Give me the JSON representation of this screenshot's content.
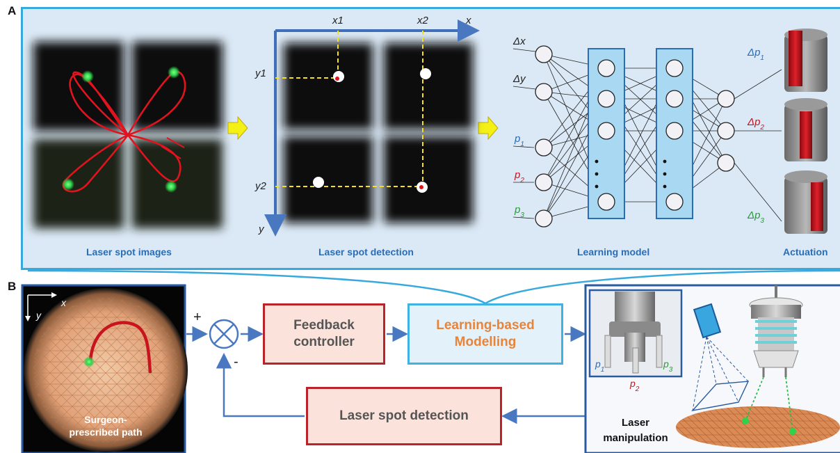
{
  "panel_a": {
    "letter": "A",
    "captions": {
      "laser_spot_images": "Laser spot images",
      "laser_spot_detection": "Laser spot detection",
      "learning_model": "Learning model",
      "actuation": "Actuation"
    },
    "detection_axes": {
      "x": "x",
      "y": "y",
      "x1": "x1",
      "x2": "x2",
      "y1": "y1",
      "y2": "y2"
    },
    "network_inputs": [
      {
        "label": "Δx",
        "color": "#222222"
      },
      {
        "label": "Δy",
        "color": "#222222"
      },
      {
        "label": "p1",
        "color": "#2a6db5"
      },
      {
        "label": "p2",
        "color": "#c8141e"
      },
      {
        "label": "p3",
        "color": "#2a9a3a"
      }
    ],
    "network_outputs": [
      {
        "label": "Δp1",
        "color": "#2a6db5"
      },
      {
        "label": "Δp2",
        "color": "#c8141e"
      },
      {
        "label": "Δp3",
        "color": "#2a9a3a"
      }
    ]
  },
  "panel_b": {
    "letter": "B",
    "camera_axes": {
      "x": "x",
      "y": "y"
    },
    "path_label_line1": "Surgeon-",
    "path_label_line2": "prescribed path",
    "plus": "+",
    "minus": "-",
    "feedback_controller_line1": "Feedback",
    "feedback_controller_line2": "controller",
    "learning_modelling_line1": "Learning-based",
    "learning_modelling_line2": "Modelling",
    "laser_spot_detection": "Laser spot detection",
    "inset_labels": {
      "p1": "p1",
      "p2": "p2",
      "p3": "p3"
    },
    "laser_manipulation_line1": "Laser",
    "laser_manipulation_line2": "manipulation"
  },
  "colors": {
    "panel_border": "#38a9dd",
    "flow_arrow": "#4a78c0",
    "laser_path": "#e0141e",
    "laser_spot": "#2fd24a",
    "tissue": "#d98a55"
  }
}
